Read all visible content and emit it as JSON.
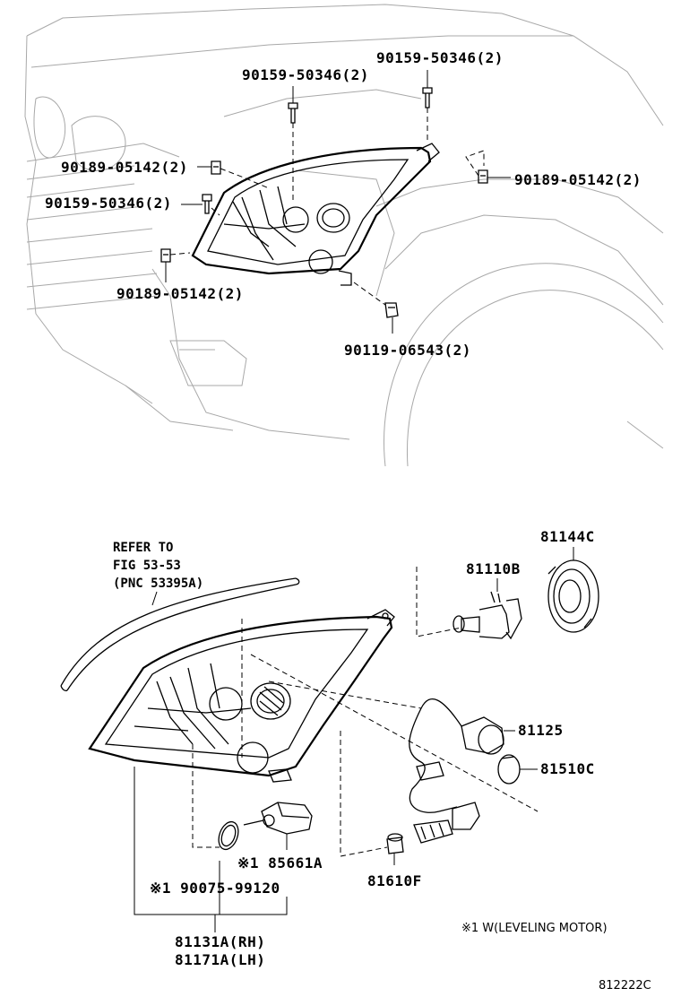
{
  "upper_callouts": {
    "screw_top_right": "90159-50346(2)",
    "screw_top_center": "90159-50346(2)",
    "clip_upper_left": "90189-05142(2)",
    "screw_left": "90159-50346(2)",
    "clip_lower_left": "90189-05142(2)",
    "clip_right": "90189-05142(2)",
    "nut_bottom": "90119-06543(2)"
  },
  "lower_callouts": {
    "refer_line1": "REFER TO",
    "refer_line2": "FIG 53-53",
    "refer_line3": "(PNC 53395A)",
    "socket_cover": "81144C",
    "bulb_headlamp": "81110B",
    "socket_wire": "81125",
    "bulb_side": "81510C",
    "leveling_motor": "※1 85661A",
    "o_ring": "※1 90075-99120",
    "bulb_small": "81610F",
    "assy_rh": "81131A(RH)",
    "assy_lh": "81171A(LH)"
  },
  "footnote": "※1 W(LEVELING MOTOR)",
  "figure_code": "812222C"
}
